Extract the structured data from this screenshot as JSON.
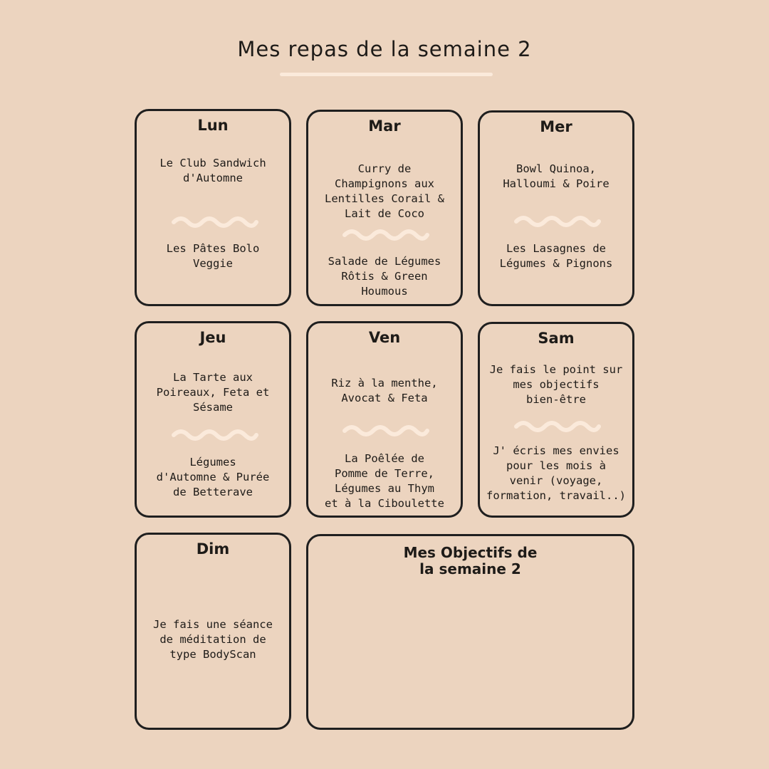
{
  "page": {
    "title": "Mes repas de la semaine 2"
  },
  "days": {
    "lun": {
      "label": "Lun",
      "item1": "Le Club Sandwich\nd'Automne",
      "item2": "Les Pâtes Bolo\nVeggie"
    },
    "mar": {
      "label": "Mar",
      "item1": "Curry de\nChampignons aux\nLentilles Corail &\nLait de Coco",
      "item2": "Salade de Légumes\nRôtis & Green\nHoumous"
    },
    "mer": {
      "label": "Mer",
      "item1": "Bowl Quinoa,\nHalloumi & Poire",
      "item2": "Les Lasagnes de\nLégumes & Pignons"
    },
    "jeu": {
      "label": "Jeu",
      "item1": "La Tarte aux\nPoireaux, Feta et\nSésame",
      "item2": "Légumes\nd'Automne & Purée\nde Betterave"
    },
    "ven": {
      "label": "Ven",
      "item1": "Riz à la menthe,\nAvocat & Feta",
      "item2": "La Poêlée de\nPomme de Terre,\nLégumes au Thym\net à la Ciboulette"
    },
    "sam": {
      "label": "Sam",
      "item1": "Je fais le point sur\nmes objectifs\nbien-être",
      "item2": "J' écris mes envies\npour les mois à\nvenir (voyage,\nformation, travail..)"
    },
    "dim": {
      "label": "Dim",
      "item1": "Je fais une séance\nde méditation de\ntype BodyScan"
    }
  },
  "objectives": {
    "title": "Mes Objectifs de\nla semaine 2"
  },
  "colors": {
    "background": "#ecd4bf",
    "border": "#1f1f1f",
    "accent": "#fbeadb"
  }
}
